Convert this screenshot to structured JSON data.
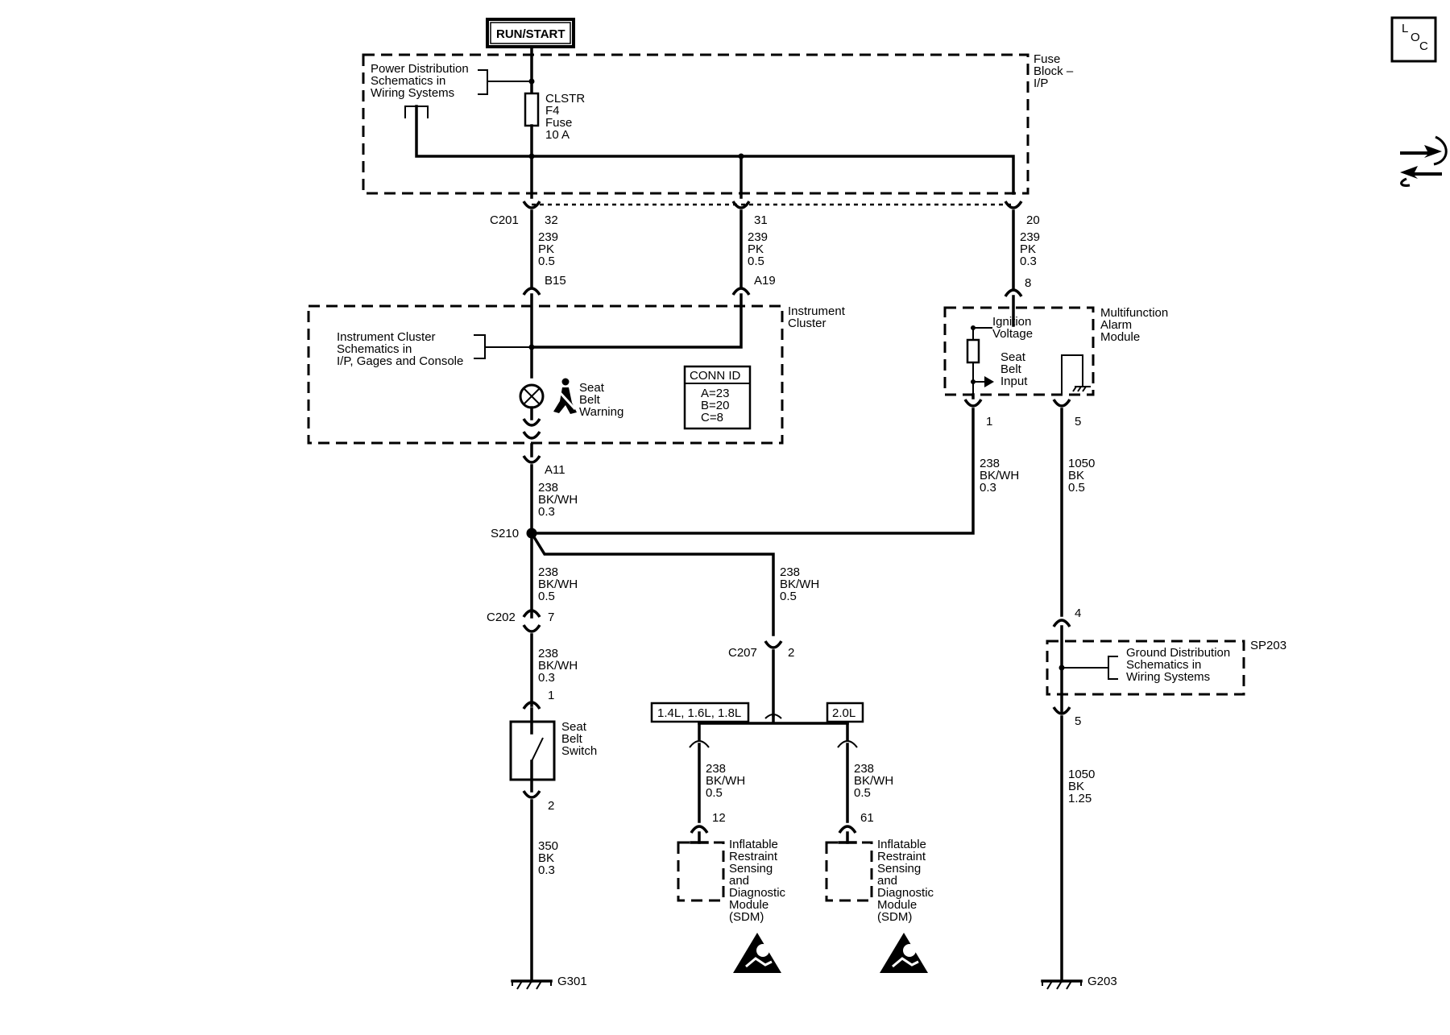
{
  "power_source": "RUN/START",
  "fuse_block": {
    "label_lines": [
      "Fuse",
      "Block –",
      "I/P"
    ],
    "power_ref_lines": [
      "Power Distribution",
      "Schematics in",
      "Wiring Systems"
    ],
    "fuse_lines": [
      "CLSTR",
      "F4",
      "Fuse",
      "10 A"
    ]
  },
  "c201": {
    "name": "C201",
    "pins": [
      "32",
      "31",
      "20"
    ],
    "wire1": [
      "239",
      "PK",
      "0.5"
    ],
    "wire2": [
      "239",
      "PK",
      "0.5"
    ],
    "wire3": [
      "239",
      "PK",
      "0.3"
    ]
  },
  "instrument_cluster": {
    "label_lines": [
      "Instrument",
      "Cluster"
    ],
    "pin_b15": "B15",
    "pin_a19": "A19",
    "pin_a11": "A11",
    "ref_lines": [
      "Instrument Cluster",
      "Schematics in",
      "I/P, Gages and Console"
    ],
    "lamp_lines": [
      "Seat",
      "Belt",
      "Warning"
    ],
    "conn_id_title": "CONN ID",
    "conn_id_lines": [
      "A=23",
      "B=20",
      "C=8"
    ]
  },
  "alarm_module": {
    "label_lines": [
      "Multifunction",
      "Alarm",
      "Module"
    ],
    "pin_top": "8",
    "ign_lines": [
      "Ignition",
      "Voltage"
    ],
    "seat_lines": [
      "Seat",
      "Belt",
      "Input"
    ],
    "pin1": "1",
    "pin5": "5"
  },
  "wires": {
    "a11_wire": [
      "238",
      "BK/WH",
      "0.3"
    ],
    "alarm_pin1_wire": [
      "238",
      "BK/WH",
      "0.3"
    ],
    "alarm_pin5_wire": [
      "1050",
      "BK",
      "0.5"
    ],
    "s210_down": [
      "238",
      "BK/WH",
      "0.5"
    ],
    "s210_branch": [
      "238",
      "BK/WH",
      "0.5"
    ],
    "c202_below": [
      "238",
      "BK/WH",
      "0.3"
    ],
    "switch_below": [
      "350",
      "BK",
      "0.3"
    ],
    "sdm1_wire": [
      "238",
      "BK/WH",
      "0.5"
    ],
    "sdm2_wire": [
      "238",
      "BK/WH",
      "0.5"
    ],
    "g203_wire": [
      "1050",
      "BK",
      "1.25"
    ]
  },
  "splice_s210": "S210",
  "c202": {
    "name": "C202",
    "pin": "7"
  },
  "seat_belt_switch": {
    "pin_top": "1",
    "pin_bottom": "2",
    "label_lines": [
      "Seat",
      "Belt",
      "Switch"
    ]
  },
  "c207": {
    "name": "C207",
    "pin": "2"
  },
  "engine_options": [
    "1.4L, 1.6L, 1.8L",
    "2.0L"
  ],
  "sdm": {
    "pin_a": "12",
    "pin_b": "61",
    "label_lines": [
      "Inflatable",
      "Restraint",
      "Sensing",
      "and",
      "Diagnostic",
      "Module",
      "(SDM)"
    ]
  },
  "sp203": {
    "name": "SP203",
    "pin_top": "4",
    "pin_bottom": "5",
    "ref_lines": [
      "Ground Distribution",
      "Schematics in",
      "Wiring Systems"
    ]
  },
  "grounds": [
    "G301",
    "G203"
  ],
  "side_icons": {
    "loc_letters": [
      "L",
      "O",
      "C"
    ],
    "icon_names": [
      "location-icon",
      "navigation-arrows-icon"
    ]
  }
}
